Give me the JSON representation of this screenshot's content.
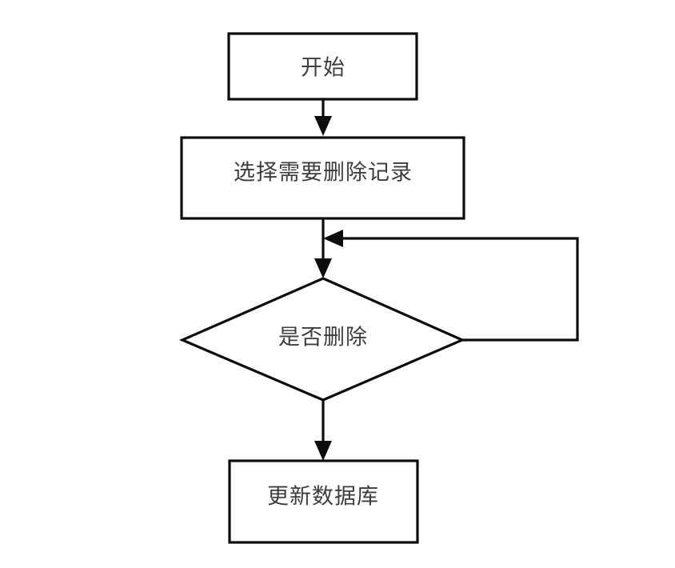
{
  "diagram": {
    "type": "flowchart",
    "title": "",
    "background_color": "#ffffff",
    "line_color": "#0d0d0d",
    "text_color": "#3d3d3d",
    "nodes": [
      {
        "id": "start",
        "shape": "rectangle",
        "label": "开始"
      },
      {
        "id": "select",
        "shape": "rectangle",
        "label": "选择需要删除记录"
      },
      {
        "id": "decide",
        "shape": "diamond",
        "label": "是否删除"
      },
      {
        "id": "update",
        "shape": "rectangle",
        "label": "更新数据库"
      }
    ],
    "edges": [
      {
        "id": "e1",
        "from": "start",
        "to": "select",
        "label": "",
        "kind": "straight-down"
      },
      {
        "id": "e2",
        "from": "select",
        "to": "decide",
        "label": "",
        "kind": "straight-down"
      },
      {
        "id": "e3",
        "from": "decide",
        "to": "update",
        "label": "",
        "kind": "straight-down"
      },
      {
        "id": "e4",
        "from": "decide",
        "to": "select",
        "label": "",
        "kind": "feedback-loop-right"
      }
    ]
  }
}
